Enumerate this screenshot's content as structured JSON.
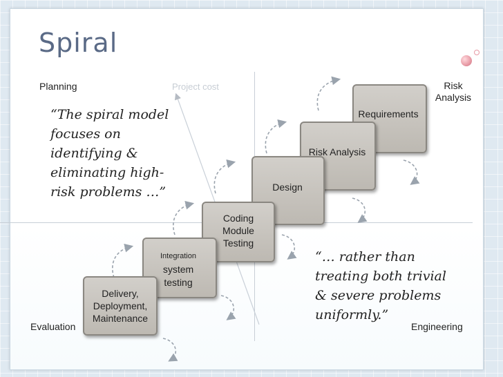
{
  "slide": {
    "title": "Spiral",
    "quadrants": {
      "planning": "Planning",
      "risk_analysis": "Risk Analysis",
      "evaluation": "Evaluation",
      "engineering": "Engineering"
    },
    "project_cost": "Project cost",
    "quote_left_lines": [
      "“The spiral model",
      "focuses on",
      "identifying &",
      "eliminating high-",
      "risk problems …”"
    ],
    "quote_right_lines": [
      "“… rather than",
      "treating both trivial",
      "& severe problems",
      "uniformly.”"
    ],
    "steps": [
      {
        "lines": [
          "Delivery,",
          "Deployment,",
          "Maintenance"
        ]
      },
      {
        "lines": [
          "Integration",
          "system",
          "testing"
        ]
      },
      {
        "lines": [
          "Coding",
          "Module",
          "Testing"
        ]
      },
      {
        "lines": [
          "Design"
        ]
      },
      {
        "lines": [
          "Risk Analysis"
        ]
      },
      {
        "lines": [
          "Requirements"
        ]
      }
    ]
  }
}
